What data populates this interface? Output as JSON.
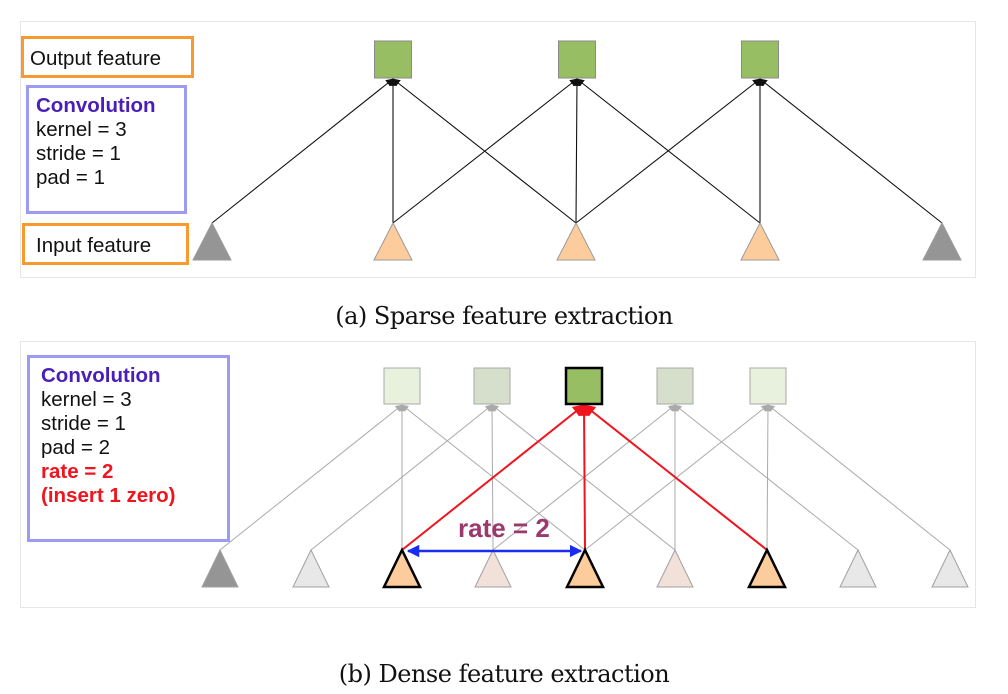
{
  "panel_a": {
    "caption": "(a) Sparse feature extraction",
    "output_label": "Output feature",
    "input_label": "Input feature",
    "conv": {
      "title": "Convolution",
      "lines": [
        "kernel = 3",
        "stride = 1",
        "pad = 1"
      ]
    },
    "inputs": [
      {
        "type": "padding",
        "color": "#959595"
      },
      {
        "type": "input",
        "color": "#fdcc9c"
      },
      {
        "type": "input",
        "color": "#fdcc9c"
      },
      {
        "type": "input",
        "color": "#fdcc9c"
      },
      {
        "type": "padding",
        "color": "#959595"
      }
    ],
    "outputs": [
      {
        "color": "#98be64",
        "receptive_field": [
          0,
          1,
          2
        ]
      },
      {
        "color": "#98be64",
        "receptive_field": [
          1,
          2,
          3
        ]
      },
      {
        "color": "#98be64",
        "receptive_field": [
          2,
          3,
          4
        ]
      }
    ],
    "edge_color": "#111111"
  },
  "panel_b": {
    "caption": "(b) Dense feature extraction",
    "conv": {
      "title": "Convolution",
      "lines": [
        "kernel = 3",
        "stride = 1",
        "pad = 2"
      ],
      "highlight_lines": [
        "rate = 2",
        "(insert 1 zero)"
      ]
    },
    "rate_label": "rate = 2",
    "inputs": [
      {
        "type": "padding",
        "color": "#959595",
        "highlight": false
      },
      {
        "type": "padding-light",
        "color": "#e8e8e8",
        "highlight": false
      },
      {
        "type": "input",
        "color": "#fdcc9c",
        "highlight": true
      },
      {
        "type": "zero",
        "color": "#f1e1d8",
        "highlight": false
      },
      {
        "type": "input",
        "color": "#fdcc9c",
        "highlight": true
      },
      {
        "type": "zero",
        "color": "#f1e1d8",
        "highlight": false
      },
      {
        "type": "input",
        "color": "#fdcc9c",
        "highlight": true
      },
      {
        "type": "padding-light",
        "color": "#e8e8e8",
        "highlight": false
      },
      {
        "type": "padding-light",
        "color": "#e8e8e8",
        "highlight": false
      }
    ],
    "outputs": [
      {
        "color": "#e8f0de",
        "highlight": false,
        "receptive_field": [
          0,
          2,
          4
        ]
      },
      {
        "color": "#d5dfcc",
        "highlight": false,
        "receptive_field": [
          1,
          3,
          5
        ]
      },
      {
        "color": "#98be64",
        "highlight": true,
        "receptive_field": [
          2,
          4,
          6
        ]
      },
      {
        "color": "#d5dfcc",
        "highlight": false,
        "receptive_field": [
          3,
          5,
          7
        ]
      },
      {
        "color": "#e8f0de",
        "highlight": false,
        "receptive_field": [
          4,
          6,
          8
        ]
      }
    ],
    "edge_color": "#aaaaaa",
    "highlight_edge_color": "#f0141e",
    "rate_arrow_color": "#1a2cf0"
  }
}
